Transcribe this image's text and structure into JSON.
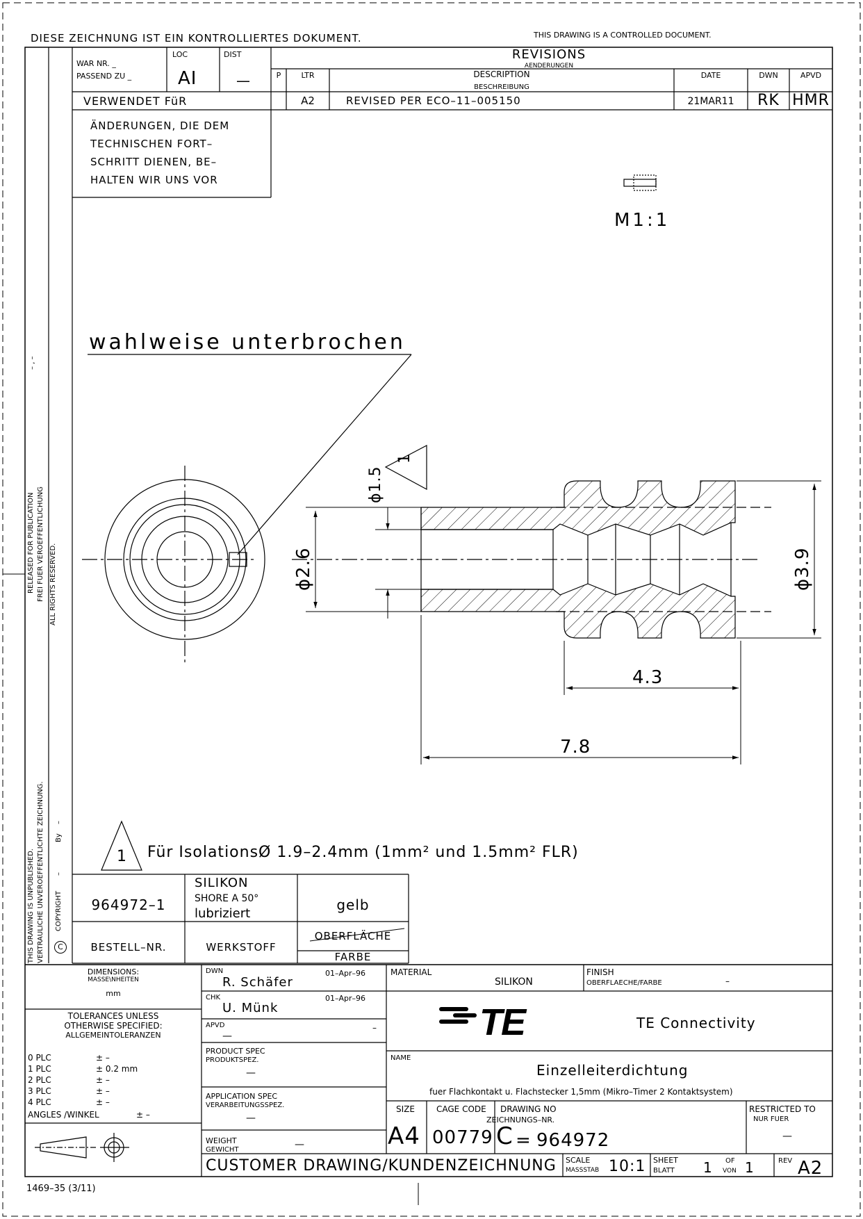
{
  "header": {
    "controlled_de": "DIESE ZEICHNUNG IST EIN KONTROLLIERTES DOKUMENT.",
    "controlled_en": "THIS DRAWING IS A CONTROLLED DOCUMENT."
  },
  "left_strip": {
    "released": "RELEASED FOR PUBLICATION",
    "released_de": "FREI FUER VEROEFFENTLICHUNG",
    "rights": "ALL RIGHTS RESERVED.",
    "unpublished": "THIS DRAWING IS UNPUBLISHED.",
    "unpublished_de": "VERTRAULICHE UNVEROEFFENTLICHTE ZEICHNUNG.",
    "copyright": "COPYRIGHT",
    "by": "By",
    "dash": "–",
    "dash2": "–",
    "released_marks": "– , –"
  },
  "top_left_box": {
    "war_nr": "WAR NR. _",
    "passend_zu": "PASSEND ZU _",
    "loc_label": "LOC",
    "loc_value": "AI",
    "dist_label": "DIST",
    "dist_value": "—",
    "verwendet": "VERWENDET FüR",
    "note_lines": [
      "ÄNDERUNGEN, DIE DEM",
      "TECHNISCHEN FORT–",
      "SCHRITT DIENEN, BE–",
      "HALTEN WIR UNS VOR"
    ]
  },
  "revisions": {
    "title": "REVISIONS",
    "title_de": "AENDERUNGEN",
    "col_p": "P",
    "col_ltr": "LTR",
    "col_desc": "DESCRIPTION",
    "col_desc_de": "BESCHREIBUNG",
    "col_date": "DATE",
    "col_dwn": "DWN",
    "col_apvd": "APVD",
    "row": {
      "ltr": "A2",
      "desc": "REVISED PER ECO–11–005150",
      "date": "21MAR11",
      "dwn": "RK",
      "apvd": "HMR"
    }
  },
  "drawing": {
    "scale_note": "M1:1",
    "callout": "wahlweise unterbrochen",
    "dim_d15": "ϕ1.5",
    "dim_d26": "ϕ2.6",
    "dim_d39": "ϕ3.9",
    "dim_43": "4.3",
    "dim_78": "7.8",
    "note_num": "1",
    "note_text": "Für IsolationsØ 1.9–2.4mm (1mm² und 1.5mm² FLR)"
  },
  "parts_table": {
    "part_no": "964972–1",
    "material_l1": "SILIKON",
    "material_l2": "SHORE A 50°",
    "material_l3": "lubriziert",
    "color": "gelb",
    "h_bestell": "BESTELL–NR.",
    "h_werkstoff": "WERKSTOFF",
    "h_oberflaeche": "OBERFLÄCHE",
    "h_farbe": "FARBE"
  },
  "title_block": {
    "dimensions": "DIMENSIONS:",
    "dimensions_de": "MASSE\\NHEITEN",
    "dimensions_unit": "mm",
    "tol_l1": "TOLERANCES UNLESS",
    "tol_l2": "OTHERWISE SPECIFIED:",
    "tol_l3": "ALLGEMEINTOLERANZEN",
    "plc": [
      {
        "k": "0 PLC",
        "v": "± –"
      },
      {
        "k": "1 PLC",
        "v": "± 0.2 mm"
      },
      {
        "k": "2 PLC",
        "v": "± –"
      },
      {
        "k": "3 PLC",
        "v": "± –"
      },
      {
        "k": "4 PLC",
        "v": "± –"
      }
    ],
    "angles": "ANGLES /WINKEL",
    "angles_val": "± –",
    "dwn_label": "DWN",
    "dwn_name": "R. Schäfer",
    "dwn_date": "01–Apr–96",
    "chk_label": "CHK",
    "chk_name": "U. Münk",
    "chk_date": "01–Apr–96",
    "apvd_label": "APVD",
    "apvd_val": "—",
    "apvd_dash": "–",
    "prod_spec": "PRODUCT SPEC",
    "prod_spec_de": "PRODUKTSPEZ.",
    "prod_spec_val": "—",
    "app_spec": "APPLICATION SPEC",
    "app_spec_de": "VERARBEITUNGSSPEZ.",
    "app_spec_val": "—",
    "weight": "WEIGHT",
    "weight_de": "GEWICHT",
    "weight_val": "—",
    "material_label": "MATERIAL",
    "material_val": "SILIKON",
    "finish_label": "FINISH",
    "finish_de": "OBERFLAECHE/FARBE",
    "finish_val": "–",
    "company": "TE Connectivity",
    "logo": "TE",
    "name_label": "NAME",
    "name_val": "Einzelleiterdichtung",
    "name_sub": "fuer  Flachkontakt u. Flachstecker 1,5mm (Mikro–Timer 2 Kontaktsystem)",
    "size_label": "SIZE",
    "size_val": "A4",
    "cage_label": "CAGE CODE",
    "cage_val": "00779",
    "dwg_label": "DRAWING NO",
    "dwg_label_de": "ZEICHNUNGS–NR.",
    "dwg_prefix": "C",
    "dwg_val": "964972",
    "restricted": "RESTRICTED TO",
    "restricted_de": "NUR FUER",
    "restricted_val": "—",
    "customer": "CUSTOMER DRAWING/KUNDENZEICHNUNG",
    "scale_label": "SCALE",
    "scale_de": "MASSSTAB",
    "scale_val": "10:1",
    "sheet_label": "SHEET",
    "sheet_de": "BLATT",
    "sheet_val": "1",
    "of_label": "OF",
    "of_de": "VON",
    "of_val": "1",
    "rev_label": "REV",
    "rev_val": "A2"
  },
  "footer": {
    "form_no": "1469–35  (3/11)"
  }
}
